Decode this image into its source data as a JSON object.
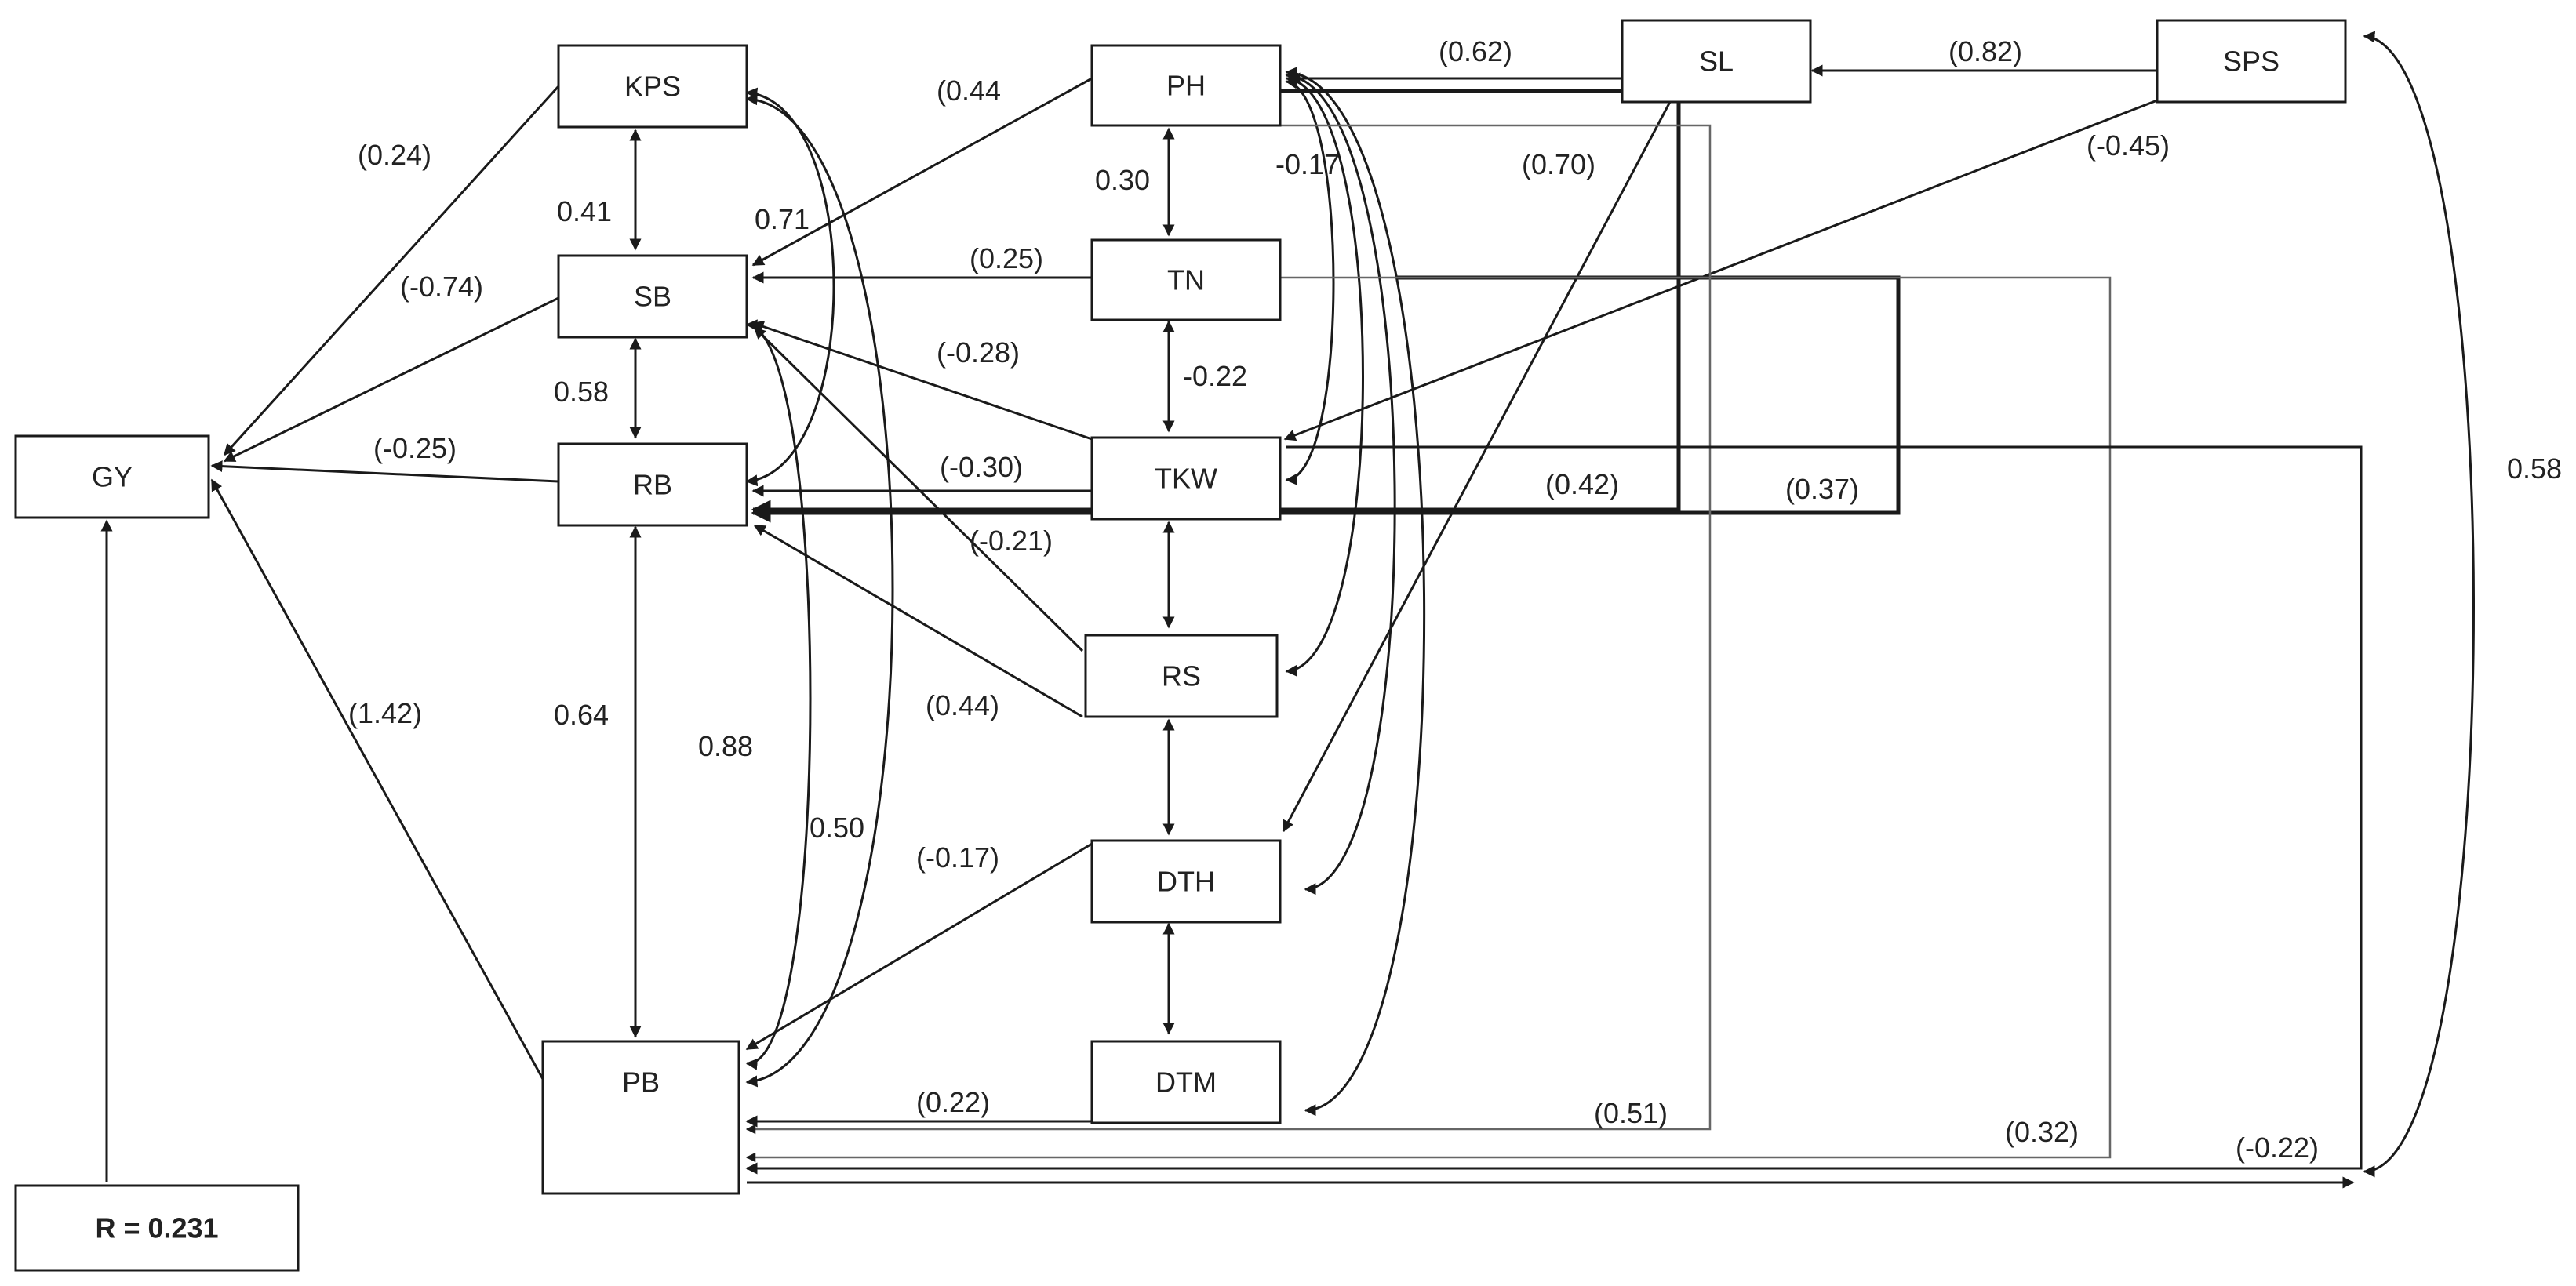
{
  "nodes": {
    "gy": "GY",
    "kps": "KPS",
    "sb": "SB",
    "rb": "RB",
    "pb": "PB",
    "ph": "PH",
    "tn": "TN",
    "tkw": "TKW",
    "rs": "RS",
    "dth": "DTH",
    "dtm": "DTM",
    "sl": "SL",
    "sps": "SPS",
    "r": "R = 0.231"
  },
  "labels": {
    "kps_gy": "(0.24)",
    "sb_gy": "(-0.74)",
    "rb_gy": "(-0.25)",
    "pb_gy": "(1.42)",
    "kps_sb": "0.41",
    "sb_rb": "0.58",
    "rb_pb": "0.64",
    "sb_pb": "0.88",
    "kps_pb": "0.50",
    "kps_rb": "0.71",
    "ph_sb": "(0.44",
    "tn_sb": "(0.25)",
    "tkw_sb": "(-0.28)",
    "tkw_rb": "(-0.30)",
    "rs_sb": "(-0.21)",
    "rs_rb": "(0.44)",
    "dth_pb": "(-0.17)",
    "dtm_pb": "(0.22)",
    "ph_tn": "0.30",
    "tn_tkw": "-0.22",
    "ph_arc": "-0.17",
    "sl_ph": "(0.62)",
    "sps_sl": "(0.82)",
    "sl_dth": "(0.70)",
    "sps_tkw": "(-0.45)",
    "ph_rb": "(0.42)",
    "tn_rb": "(0.37)",
    "ph_pb": "(0.51)",
    "tn_pb": "(0.32)",
    "tkw_pb": "(-0.22)",
    "sps_pb": "0.58"
  }
}
